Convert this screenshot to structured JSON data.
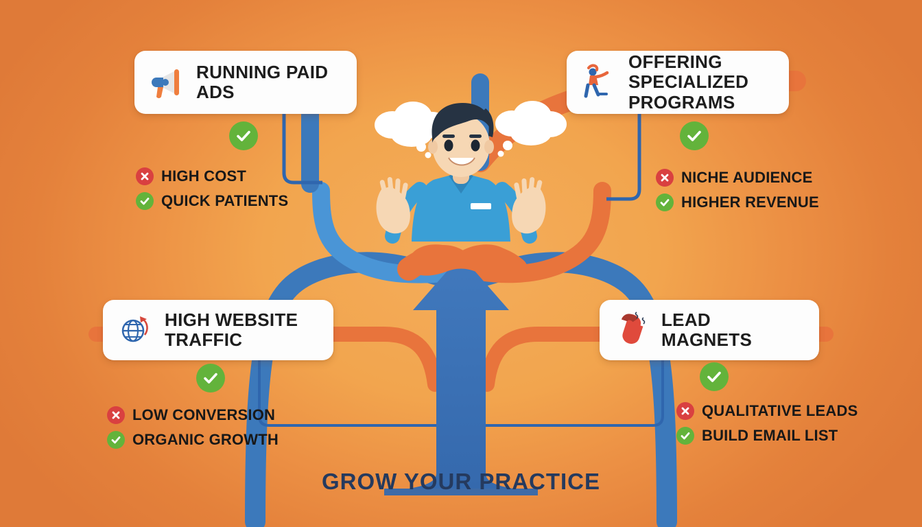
{
  "theme": {
    "bg_orange_outer": "#df7a38",
    "bg_orange_inner": "#f4ad5b",
    "ribbon_blue": "#3c79bb",
    "ribbon_blue_light": "#4a95d6",
    "ribbon_orange": "#e8743c",
    "check_green": "#63b33b",
    "cross_red": "#d94040",
    "title_navy": "#253a5e",
    "card_bg": "#fdfdfd"
  },
  "bottom_title": "GROW YOUR PRACTICE",
  "center_character": {
    "name": "smiling-healthcare-worker",
    "scrub_color": "#3a9fd6",
    "pants_color": "#e8743c",
    "hair_color": "#263343",
    "thought_bubbles": 2
  },
  "cards": [
    {
      "id": "running-paid-ads",
      "label": "RUNNING PAID ADS",
      "icon": "megaphone-icon",
      "position": "top-left"
    },
    {
      "id": "offering-specialized-programs",
      "label": "OFFERING SPECIALIZED PROGRAMS",
      "icon": "person-stretching-icon",
      "position": "top-right"
    },
    {
      "id": "high-website-traffic",
      "label": "HIGH WEBSITE TRAFFIC",
      "icon": "globe-arrow-icon",
      "position": "bottom-left"
    },
    {
      "id": "lead-magnets",
      "label": "LEAD MAGNETS",
      "icon": "horseshoe-magnet-icon",
      "position": "bottom-right"
    }
  ],
  "bullet_groups": [
    {
      "id": "running-paid-ads-points",
      "items": [
        {
          "type": "cross",
          "label": "HIGH COST"
        },
        {
          "type": "check",
          "label": "QUICK PATIENTS"
        }
      ]
    },
    {
      "id": "offering-specialized-programs-points",
      "items": [
        {
          "type": "cross",
          "label": "NICHE AUDIENCE"
        },
        {
          "type": "check",
          "label": "HIGHER REVENUE"
        }
      ]
    },
    {
      "id": "high-website-traffic-points",
      "items": [
        {
          "type": "cross",
          "label": "LOW CONVERSION"
        },
        {
          "type": "check",
          "label": "ORGANIC GROWTH"
        }
      ]
    },
    {
      "id": "lead-magnets-points",
      "items": [
        {
          "type": "cross",
          "label": "QUALITATIVE LEADS"
        },
        {
          "type": "check",
          "label": "BUILD EMAIL LIST"
        }
      ]
    }
  ],
  "standalone_checks": [
    {
      "id": "check-above-paid-ads"
    },
    {
      "id": "check-above-specialized-programs"
    },
    {
      "id": "check-above-website-traffic"
    },
    {
      "id": "check-above-lead-magnets"
    }
  ]
}
